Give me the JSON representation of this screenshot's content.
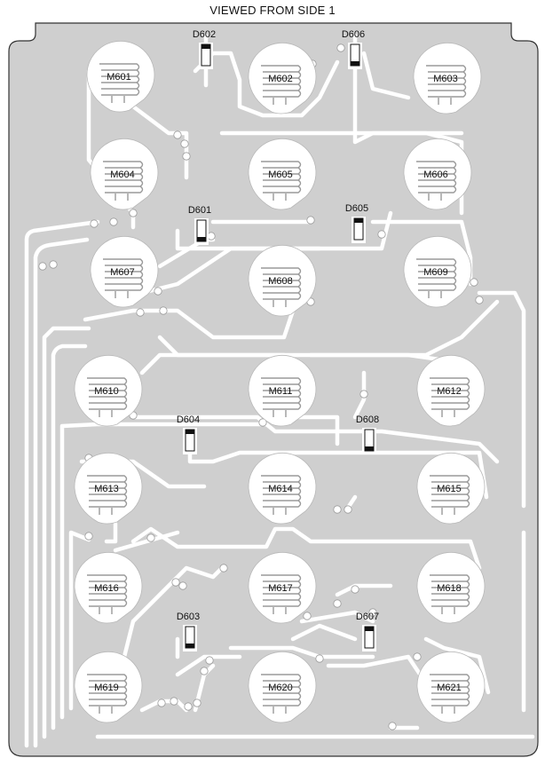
{
  "title": "VIEWED FROM SIDE 1",
  "colors": {
    "board": "#cfcfcf",
    "trace": "#ffffff",
    "outline": "#333333",
    "coil": "#9a9a9a",
    "diode_band": "#111111"
  },
  "icons": {
    "module": "coil-module-icon",
    "diode": "diode-icon"
  },
  "modules": [
    {
      "id": "M601",
      "label": "M601"
    },
    {
      "id": "M602",
      "label": "M602"
    },
    {
      "id": "M603",
      "label": "M603"
    },
    {
      "id": "M604",
      "label": "M604"
    },
    {
      "id": "M605",
      "label": "M605"
    },
    {
      "id": "M606",
      "label": "M606"
    },
    {
      "id": "M607",
      "label": "M607"
    },
    {
      "id": "M608",
      "label": "M608"
    },
    {
      "id": "M609",
      "label": "M609"
    },
    {
      "id": "M610",
      "label": "M610"
    },
    {
      "id": "M611",
      "label": "M611"
    },
    {
      "id": "M612",
      "label": "M612"
    },
    {
      "id": "M613",
      "label": "M613"
    },
    {
      "id": "M614",
      "label": "M614"
    },
    {
      "id": "M615",
      "label": "M615"
    },
    {
      "id": "M616",
      "label": "M616"
    },
    {
      "id": "M617",
      "label": "M617"
    },
    {
      "id": "M618",
      "label": "M618"
    },
    {
      "id": "M619",
      "label": "M619"
    },
    {
      "id": "M620",
      "label": "M620"
    },
    {
      "id": "M621",
      "label": "M621"
    }
  ],
  "diodes": [
    {
      "id": "D601",
      "label": "D601",
      "band": "bottom"
    },
    {
      "id": "D602",
      "label": "D602",
      "band": "top"
    },
    {
      "id": "D603",
      "label": "D603",
      "band": "bottom"
    },
    {
      "id": "D604",
      "label": "D604",
      "band": "top"
    },
    {
      "id": "D605",
      "label": "D605",
      "band": "top"
    },
    {
      "id": "D606",
      "label": "D606",
      "band": "bottom"
    },
    {
      "id": "D607",
      "label": "D607",
      "band": "top"
    },
    {
      "id": "D608",
      "label": "D608",
      "band": "bottom"
    }
  ]
}
